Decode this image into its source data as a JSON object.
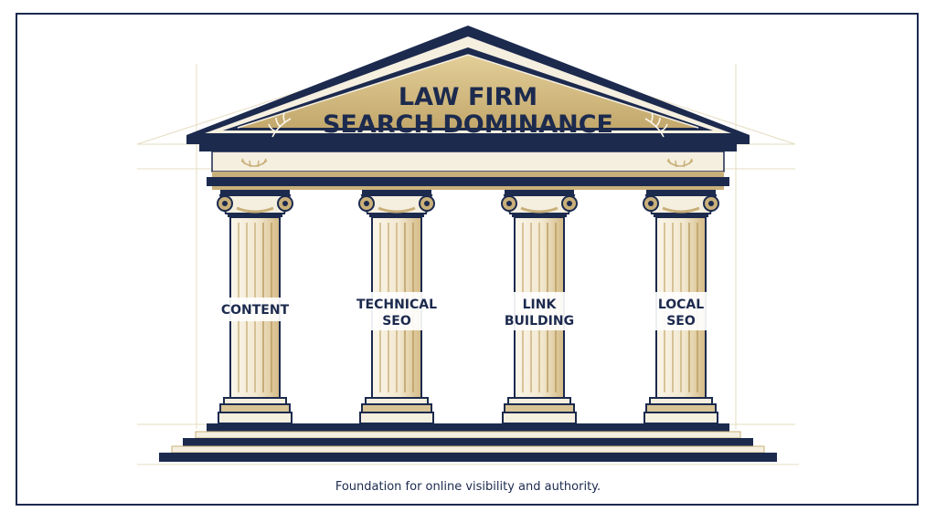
{
  "title": {
    "line1": "LAW FIRM",
    "line2": "SEARCH DOMINANCE"
  },
  "pillars": [
    {
      "line1": "CONTENT",
      "line2": ""
    },
    {
      "line1": "TECHNICAL",
      "line2": "SEO"
    },
    {
      "line1": "LINK",
      "line2": "BUILDING"
    },
    {
      "line1": "LOCAL",
      "line2": "SEO"
    }
  ],
  "caption": "Foundation for online visibility and authority.",
  "colors": {
    "navy": "#1c2a4e",
    "gold": "#c9b07a",
    "cream": "#f5efe0",
    "shadow": "#d9c496"
  },
  "icons": [
    "laurel-wreath-icon"
  ]
}
